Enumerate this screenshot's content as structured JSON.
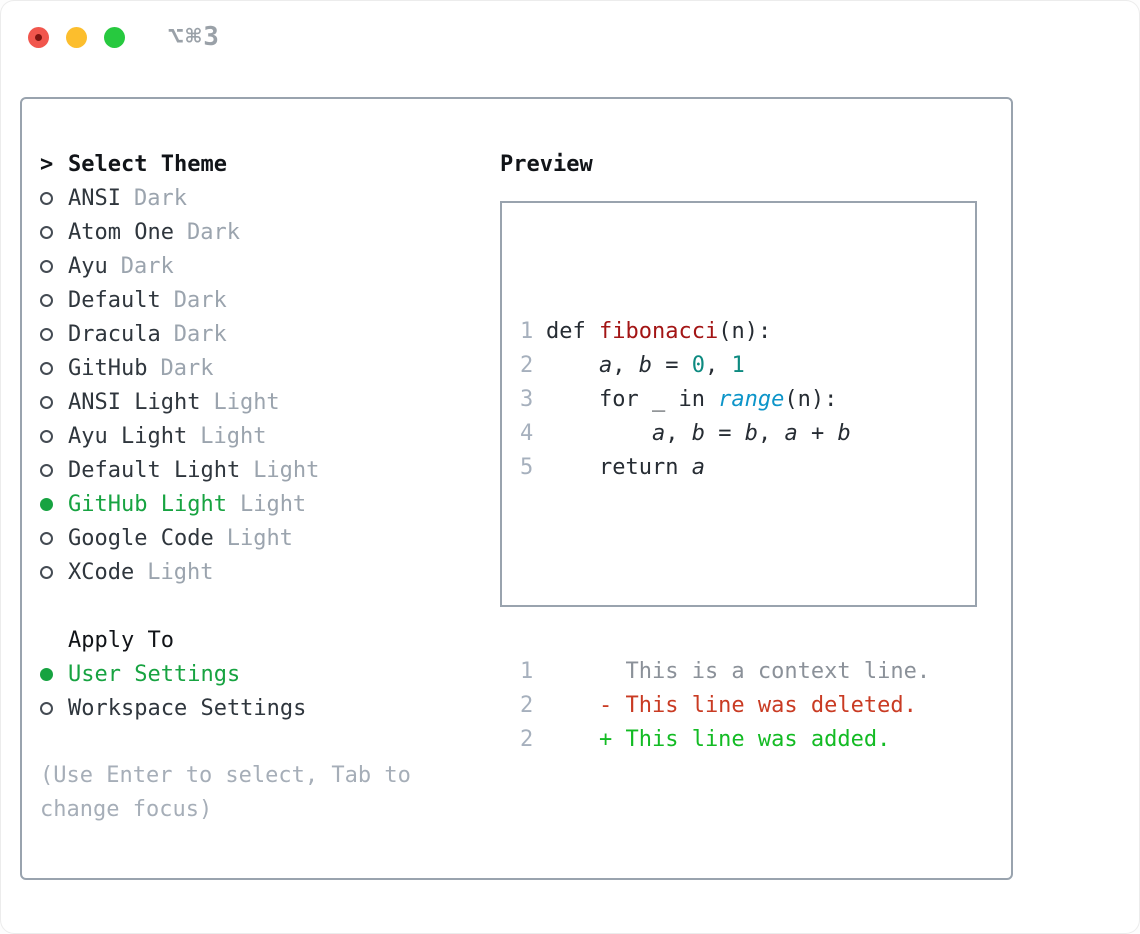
{
  "titlebar": {
    "title": "⌥⌘3"
  },
  "themes": {
    "caret": ">",
    "header": "Select Theme",
    "items": [
      {
        "name": "ANSI",
        "tag": "Dark",
        "selected": false
      },
      {
        "name": "Atom One",
        "tag": "Dark",
        "selected": false
      },
      {
        "name": "Ayu",
        "tag": "Dark",
        "selected": false
      },
      {
        "name": "Default",
        "tag": "Dark",
        "selected": false
      },
      {
        "name": "Dracula",
        "tag": "Dark",
        "selected": false
      },
      {
        "name": "GitHub",
        "tag": "Dark",
        "selected": false
      },
      {
        "name": "ANSI Light",
        "tag": "Light",
        "selected": false
      },
      {
        "name": "Ayu Light",
        "tag": "Light",
        "selected": false
      },
      {
        "name": "Default Light",
        "tag": "Light",
        "selected": false
      },
      {
        "name": "GitHub Light",
        "tag": "Light",
        "selected": true
      },
      {
        "name": "Google Code",
        "tag": "Light",
        "selected": false
      },
      {
        "name": "XCode",
        "tag": "Light",
        "selected": false
      }
    ]
  },
  "apply_to": {
    "header": "Apply To",
    "options": [
      {
        "label": "User Settings",
        "selected": true
      },
      {
        "label": "Workspace Settings",
        "selected": false
      }
    ]
  },
  "hint": "(Use Enter to select, Tab to change focus)",
  "preview": {
    "title": "Preview",
    "code_lines": [
      {
        "ln": "1",
        "segments": [
          {
            "t": "def ",
            "s": "p"
          },
          {
            "t": "fibonacci",
            "s": "fn"
          },
          {
            "t": "(n):",
            "s": "p"
          }
        ]
      },
      {
        "ln": "2",
        "segments": [
          {
            "t": "    ",
            "s": "p"
          },
          {
            "t": "a",
            "s": "v"
          },
          {
            "t": ", ",
            "s": "p"
          },
          {
            "t": "b",
            "s": "v"
          },
          {
            "t": " = ",
            "s": "p"
          },
          {
            "t": "0",
            "s": "n"
          },
          {
            "t": ", ",
            "s": "p"
          },
          {
            "t": "1",
            "s": "n"
          }
        ]
      },
      {
        "ln": "3",
        "segments": [
          {
            "t": "    for _ in ",
            "s": "p"
          },
          {
            "t": "range",
            "s": "b"
          },
          {
            "t": "(n):",
            "s": "p"
          }
        ]
      },
      {
        "ln": "4",
        "segments": [
          {
            "t": "        ",
            "s": "p"
          },
          {
            "t": "a",
            "s": "v"
          },
          {
            "t": ", ",
            "s": "p"
          },
          {
            "t": "b",
            "s": "v"
          },
          {
            "t": " = ",
            "s": "p"
          },
          {
            "t": "b",
            "s": "v"
          },
          {
            "t": ", ",
            "s": "p"
          },
          {
            "t": "a",
            "s": "v"
          },
          {
            "t": " + ",
            "s": "p"
          },
          {
            "t": "b",
            "s": "v"
          }
        ]
      },
      {
        "ln": "5",
        "segments": [
          {
            "t": "    return ",
            "s": "p"
          },
          {
            "t": "a",
            "s": "v"
          }
        ]
      }
    ],
    "diff_lines": [
      {
        "ln": "1",
        "marker": "",
        "text": "This is a context line.",
        "kind": "context"
      },
      {
        "ln": "2",
        "marker": "-",
        "text": "This line was deleted.",
        "kind": "deleted"
      },
      {
        "ln": "2",
        "marker": "+",
        "text": "This line was added.",
        "kind": "added"
      }
    ]
  },
  "colors": {
    "accent_green": "#17a341",
    "name_text": "#2f363d",
    "tag_text": "#9ba4ae",
    "header_text": "#111418",
    "hint_text": "#a6aeb8",
    "border": "#99a3ae",
    "line_number": "#a6b0bd",
    "code_plain": "#262c33",
    "code_function": "#a31515",
    "code_number": "#0d8a80",
    "code_builtin": "#0d95c9",
    "diff_context": "#8b9199",
    "diff_deleted": "#c93b23",
    "diff_added": "#13bb24",
    "traffic_red": "#f1564d",
    "traffic_red_dot": "#7e1511",
    "traffic_yellow": "#fcbe2d",
    "traffic_green": "#27c93f",
    "title_text": "#9aa1a8"
  }
}
